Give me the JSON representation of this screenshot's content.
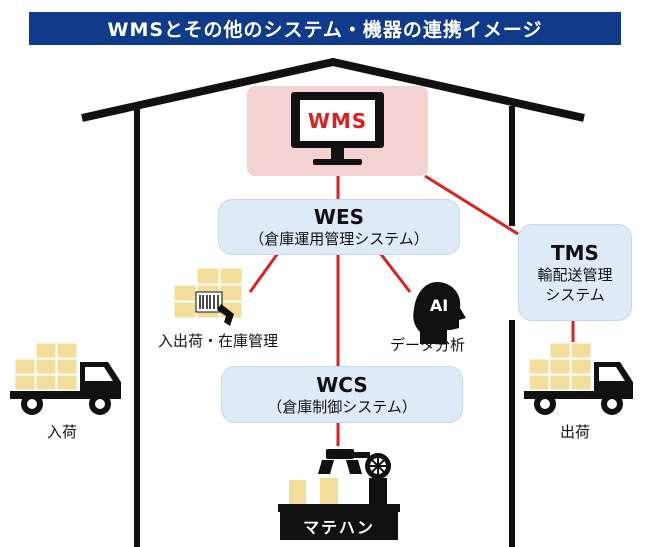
{
  "title": "WMSとその他のシステム・機器の連携イメージ",
  "wms": {
    "label": "WMS"
  },
  "wes": {
    "title": "WES",
    "subtitle": "（倉庫運用管理システム）"
  },
  "wcs": {
    "title": "WCS",
    "subtitle": "（倉庫制御システム）"
  },
  "tms": {
    "title": "TMS",
    "subtitle_line1": "輸配送管理",
    "subtitle_line2": "システム"
  },
  "labels": {
    "inventory": "入出荷・在庫管理",
    "data_analysis": "データ分析",
    "ai": "AI",
    "inbound": "入荷",
    "outbound": "出荷",
    "material_handling": "マテハン"
  },
  "colors": {
    "title_bg": "#0f3b8a",
    "connector": "#e02020",
    "wms_box": "#f5d2d2",
    "blue_box": "#dfeaf7",
    "cargo": "#f2dd9a",
    "dark": "#111111"
  }
}
